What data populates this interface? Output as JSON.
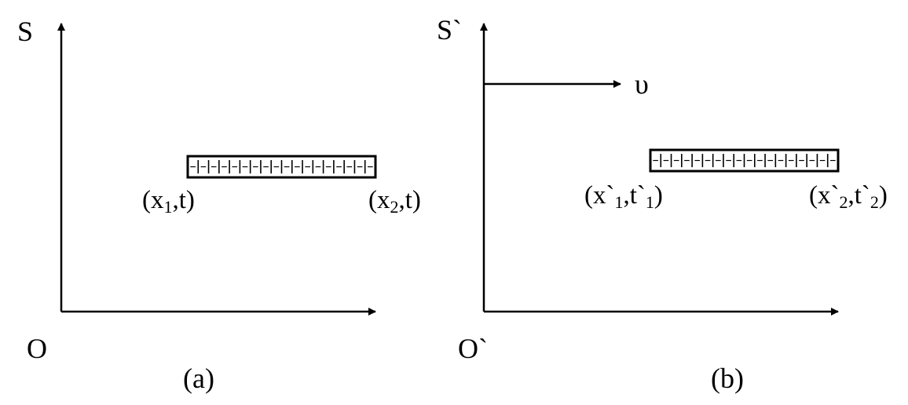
{
  "panel_a": {
    "axis_y_label": "S",
    "origin_label": "O",
    "rod_left_label": {
      "open": "(x",
      "sub": "1",
      "close": ",t)"
    },
    "rod_right_label": {
      "open": "(x",
      "sub": "2",
      "close": ",t)"
    },
    "caption": "(a)"
  },
  "panel_b": {
    "axis_y_label": "S`",
    "origin_label": "O`",
    "velocity_label": "υ",
    "rod_left_label": {
      "p1": "(x`",
      "s1": "1",
      "p2": ",t`",
      "s2": "1",
      "p3": ")"
    },
    "rod_right_label": {
      "p1": "(x`",
      "s1": "2",
      "p2": ",t`",
      "s2": "2",
      "p3": ")"
    },
    "caption": "(b)"
  },
  "rod_cells": 18
}
